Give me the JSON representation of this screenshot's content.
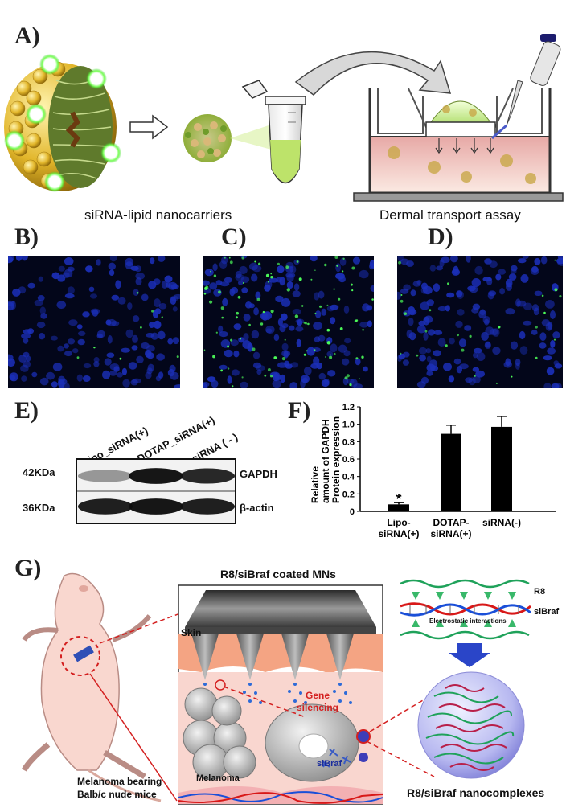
{
  "panels": {
    "A": "A)",
    "B": "B)",
    "C": "C)",
    "D": "D)",
    "E": "E)",
    "F": "F)",
    "G": "G)"
  },
  "panelA": {
    "caption_left": "siRNA-lipid nanocarriers",
    "caption_right": "Dermal transport assay"
  },
  "panelE": {
    "lanes": [
      "Lipo_siRNA(+)",
      "DOTAP_siRNA(+)",
      "siRNA ( - )"
    ],
    "rows": [
      {
        "size": "42KDa",
        "protein": "GAPDH",
        "band_intensity": [
          0.25,
          0.95,
          0.85
        ]
      },
      {
        "size": "36KDa",
        "protein": "β-actin",
        "band_intensity": [
          0.9,
          0.95,
          0.9
        ]
      }
    ]
  },
  "chart_data": {
    "type": "bar",
    "ylabel_lines": [
      "Relative",
      "amount of GAPDH",
      "Protein expression"
    ],
    "categories": [
      [
        "Lipo-",
        "siRNA(+)"
      ],
      [
        "DOTAP-",
        "siRNA(+)"
      ],
      [
        "siRNA(-)"
      ]
    ],
    "values": [
      0.08,
      0.89,
      0.97
    ],
    "errors": [
      0.02,
      0.1,
      0.12
    ],
    "annotations": [
      "*",
      "",
      ""
    ],
    "ylim": [
      0,
      1.2
    ],
    "yticks": [
      "0",
      "0.2",
      "0.4",
      "0.6",
      "0.8",
      "1.0",
      "1.2"
    ],
    "bar_color": "#000000"
  },
  "panelG": {
    "title": "R8/siBraf coated MNs",
    "skin_label": "Skin",
    "melanoma_label": "Melanoma",
    "gene_silencing": [
      "Gene",
      "silencing"
    ],
    "sibraf_label": "siBraf",
    "mouse_caption_lines": [
      "Melanoma bearing",
      "Balb/c nude mice"
    ],
    "r8_label": "R8",
    "sibraf_right_label": "siBraf",
    "electrostatic_label": "Electrostatic interactions",
    "nanocomplex_caption": "R8/siBraf nanocomplexes"
  },
  "colors": {
    "nuclei_blue": "#1b2fb8",
    "gfp_green": "#4dff5a",
    "skin_pink": "#f7c9b8",
    "accent_red": "#d42020"
  }
}
